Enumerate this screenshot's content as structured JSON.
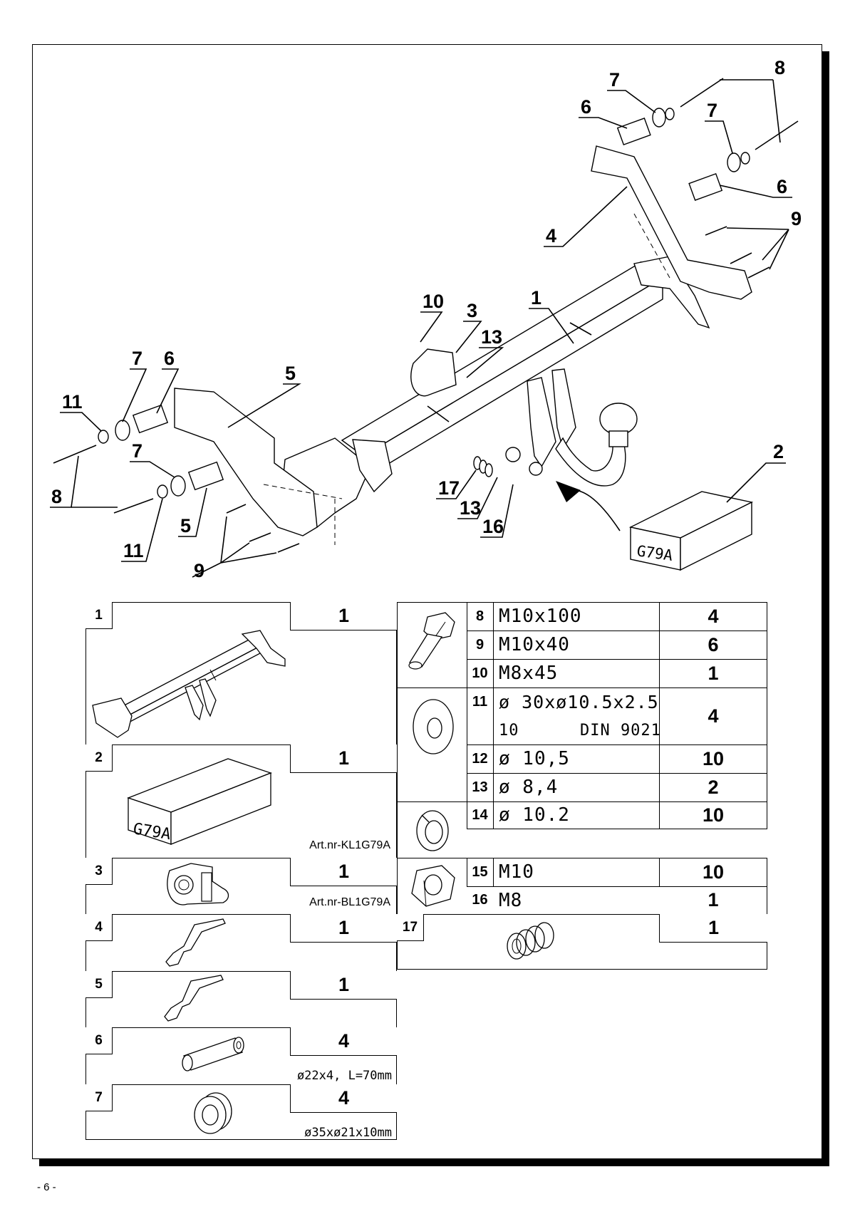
{
  "page": {
    "number": "- 6 -"
  },
  "drawing": {
    "box_label": "G79A",
    "callouts": [
      "1",
      "2",
      "3",
      "4",
      "5",
      "5",
      "6",
      "6",
      "6",
      "7",
      "7",
      "7",
      "7",
      "8",
      "8",
      "9",
      "9",
      "10",
      "11",
      "11",
      "13",
      "13",
      "16",
      "17"
    ]
  },
  "left_table": [
    {
      "num": "1",
      "qty": "1",
      "icon": "tow-bar-crossbeam-icon"
    },
    {
      "num": "2",
      "qty": "1",
      "icon": "electrical-kit-box-icon",
      "box_label": "G79A",
      "art": "Art.nr-KL1G79A"
    },
    {
      "num": "3",
      "qty": "1",
      "icon": "socket-bracket-icon",
      "art": "Art.nr-BL1G79A"
    },
    {
      "num": "4",
      "qty": "1",
      "icon": "mounting-bracket-left-icon"
    },
    {
      "num": "5",
      "qty": "1",
      "icon": "mounting-bracket-right-icon"
    },
    {
      "num": "6",
      "qty": "4",
      "icon": "spacer-tube-icon",
      "dim": "ø22x4, L=70mm"
    },
    {
      "num": "7",
      "qty": "4",
      "icon": "spacer-ring-icon",
      "dim": "ø35xø21x10mm"
    }
  ],
  "right_table": [
    {
      "num": "8",
      "desc": "M10x100",
      "qty": "4"
    },
    {
      "num": "9",
      "desc": "M10x40",
      "qty": "6"
    },
    {
      "num": "10",
      "desc": "M8x45",
      "qty": "1"
    },
    {
      "num": "11",
      "desc": "ø 30xø10.5x2.5",
      "desc2": "10      DIN 9021",
      "qty": "4"
    },
    {
      "num": "12",
      "desc": "ø 10,5",
      "qty": "10"
    },
    {
      "num": "13",
      "desc": "ø 8,4",
      "qty": "2"
    },
    {
      "num": "14",
      "desc": "ø 10.2",
      "qty": "10"
    },
    {
      "num": "15",
      "desc": "M10",
      "qty": "10"
    },
    {
      "num": "16",
      "desc": "M8",
      "qty": "1"
    },
    {
      "num": "17",
      "qty": "1"
    }
  ],
  "right_icons": [
    "bolt-icon",
    "flat-washer-icon",
    "spring-washer-icon",
    "hex-nut-icon",
    "coil-spring-icon"
  ]
}
